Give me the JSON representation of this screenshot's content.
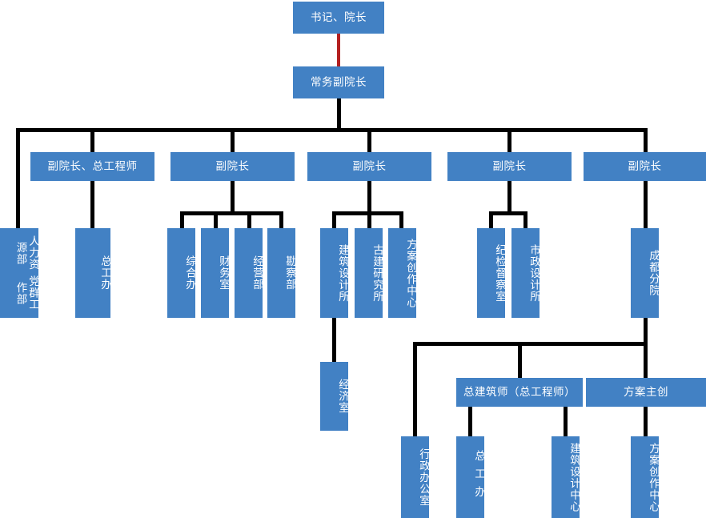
{
  "diagram": {
    "title_node": "书记、院长",
    "colors": {
      "node_fill": "#4281c4",
      "node_text": "#ffffff",
      "connector": "#000000",
      "top_connector": "#b42020",
      "background": "#ffffff"
    },
    "levels": {
      "level0": [
        "书记、院长"
      ],
      "level1": [
        "常务副院长"
      ],
      "level2": [
        "副院长、总工程师",
        "副院长",
        "副院长",
        "副院长",
        "副院长"
      ],
      "level3": [
        "人力资源部",
        "党群工作部",
        "总工办",
        "综合办",
        "财务室",
        "经营部",
        "勘察部",
        "建筑设计所",
        "古建研究所",
        "方案创作中心",
        "纪检督察室",
        "市政设计所",
        "成都分院"
      ],
      "level4": [
        "经济室",
        "总建筑师（总工程师）",
        "方案主创"
      ],
      "level5": [
        "行政办公室",
        "总工办",
        "建筑设计中心",
        "方案创作中心"
      ]
    },
    "nodes": {
      "secretary_dean": "书记、院长",
      "executive_vice_dean": "常务副院长",
      "vice_dean_chief_engineer": "副院长、总工程师",
      "vice_dean_2": "副院长",
      "vice_dean_3": "副院长",
      "vice_dean_4": "副院长",
      "vice_dean_5": "副院长",
      "hr_dept": "人力资源部",
      "party_work_dept": "党群工作部",
      "chief_engineer_office": "总工办",
      "general_office": "综合办",
      "finance_office": "财务室",
      "business_dept": "经营部",
      "survey_dept": "勘察部",
      "arch_design_institute": "建筑设计所",
      "ancient_arch_research": "古建研究所",
      "scheme_creation_center": "方案创作中心",
      "discipline_inspection": "纪检督察室",
      "municipal_design_institute": "市政设计所",
      "chengdu_branch": "成都分院",
      "economics_office": "经济室",
      "chief_architect": "总建筑师（总工程师）",
      "scheme_lead": "方案主创",
      "admin_office": "行政办公室",
      "chief_engineer_office_2": "总工办",
      "arch_design_center": "建筑设计中心",
      "scheme_creation_center_2": "方案创作中心"
    }
  }
}
